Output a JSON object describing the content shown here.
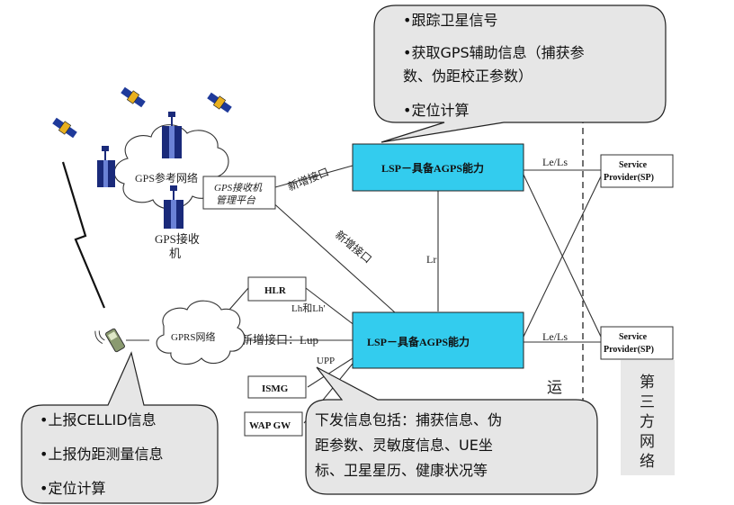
{
  "callout_top": {
    "line1": "•跟踪卫星信号",
    "line2": "•获取GPS辅助信息（捕获参",
    "line3": "数、伪距校正参数）",
    "line4": "•定位计算"
  },
  "callout_bottom_left": {
    "line1": "•上报CELLID信息",
    "line2": "•上报伪距测量信息",
    "line3": "•定位计算"
  },
  "callout_bottom_mid": {
    "line1": "下发信息包括：捕获信息、伪",
    "line2": "距参数、灵敏度信息、UE坐",
    "line3": "标、卫星星历、健康状况等"
  },
  "nodes": {
    "gps_ref_net": "GPS参考网络",
    "gps_mgmt_line1": "GPS接收机",
    "gps_mgmt_line2": "管理平台",
    "gps_receiver_line1": "GPS接收",
    "gps_receiver_line2": "机",
    "lsp_top": "LSP－具备AGPS能力",
    "lsp_bottom": "LSP－具备AGPS能力",
    "hlr": "HLR",
    "gprs": "GPRS网络",
    "ismg": "ISMG",
    "wap_gw": "WAP GW",
    "sp_top_line1": "Service",
    "sp_top_line2": "Provider(SP)",
    "sp_bottom_line1": "Service",
    "sp_bottom_line2": "Provider(SP)"
  },
  "links": {
    "new_if_top": "新增接口",
    "new_if_diag": "新增接口",
    "lr": "Lr",
    "lels_top": "Le/Ls",
    "lels_bottom": "Le/Ls",
    "lh": "Lh和Lh'",
    "new_if_lup": "新增接口：Lup",
    "upp_partial": "UPP"
  },
  "operator_label": "运",
  "third_party_label": [
    "第",
    "三",
    "方",
    "网",
    "络"
  ],
  "colors": {
    "lsp_fill": "#33ccee",
    "callout_fill": "#e6e6e6",
    "building": "#1a2a7a",
    "line": "#333333"
  }
}
